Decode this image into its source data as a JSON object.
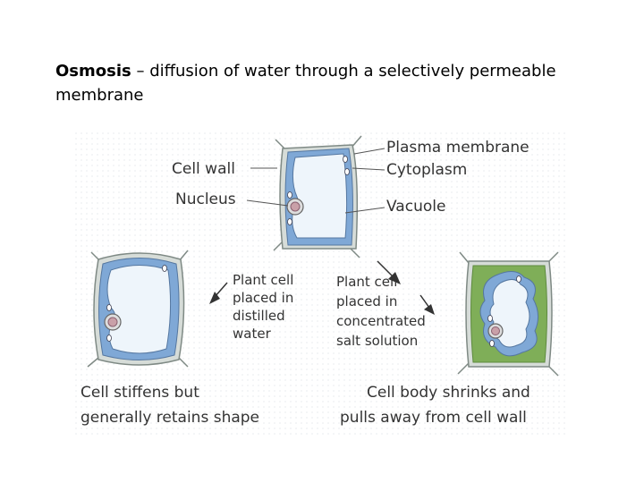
{
  "title": {
    "term": "Osmosis",
    "definition": " – diffusion of water through a selectively permeable membrane"
  },
  "diagram": {
    "labels": {
      "cell_wall": "Cell wall",
      "nucleus": "Nucleus",
      "plasma_membrane": "Plasma membrane",
      "cytoplasm": "Cytoplasm",
      "vacuole": "Vacuole"
    },
    "distilled": {
      "line1": "Plant cell",
      "line2": "placed in",
      "line3": "distilled",
      "line4": "water"
    },
    "salt": {
      "line1": "Plant cell",
      "line2": "placed in",
      "line3": "concentrated",
      "line4": "salt solution"
    },
    "caption_left": {
      "line1": "Cell stiffens but",
      "line2": "generally retains shape"
    },
    "caption_right": {
      "line1": "Cell body shrinks and",
      "line2": "pulls away from cell wall"
    },
    "colors": {
      "wall": "#d6dcd8",
      "wall_stroke": "#7f8a85",
      "cytoplasm": "#7fa8d6",
      "vacuole": "#eef5fb",
      "green_fluid": "#7fae58",
      "nucleus": "#c9a0a8"
    }
  }
}
